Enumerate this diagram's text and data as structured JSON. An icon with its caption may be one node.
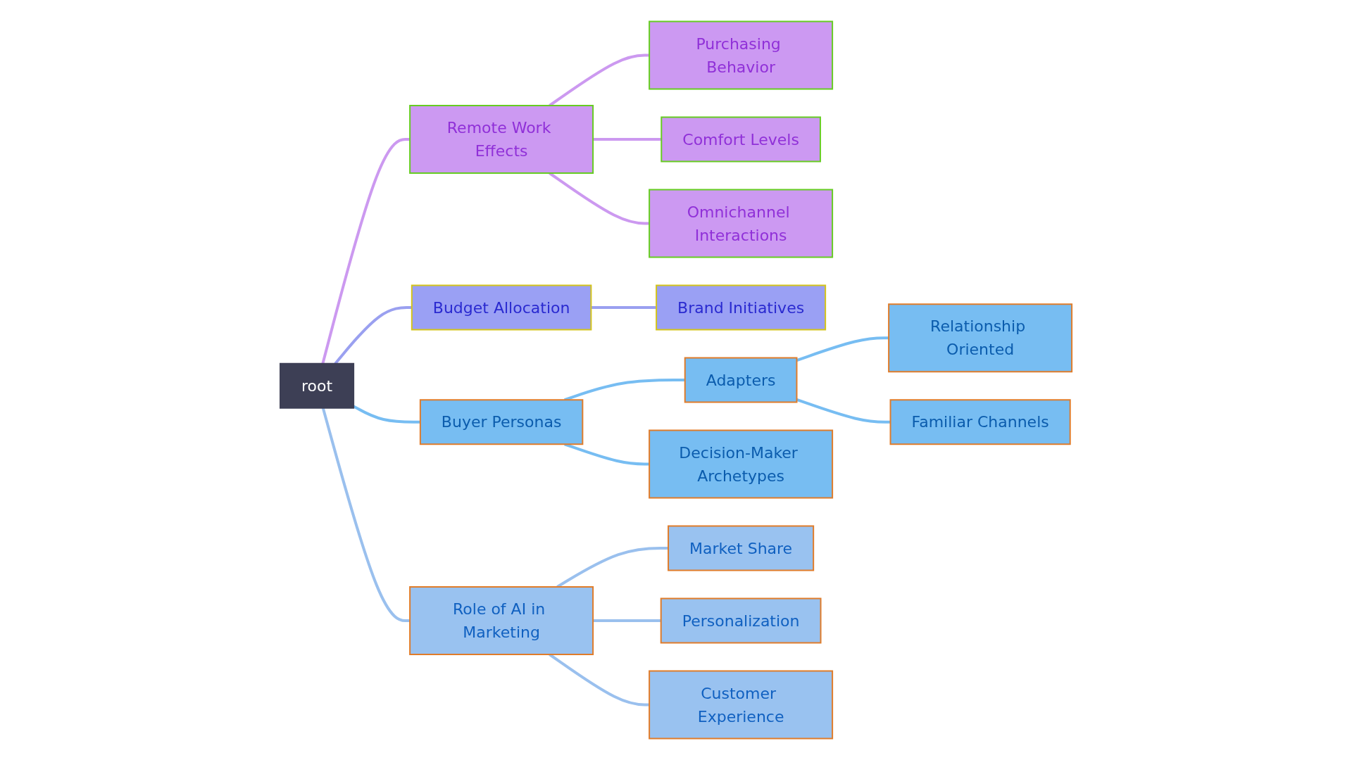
{
  "diagram": {
    "nodes": [
      {
        "text": [
          "root"
        ]
      },
      {
        "text": [
          "Remote Work Effects"
        ]
      },
      {
        "text": [
          "Purchasing Behavior"
        ]
      },
      {
        "text": [
          "Comfort Levels"
        ]
      },
      {
        "text": [
          "Omnichannel Interactions"
        ]
      },
      {
        "text": [
          "Budget Allocation"
        ]
      },
      {
        "text": [
          "Brand Initiatives"
        ]
      },
      {
        "text": [
          "Buyer Personas"
        ]
      },
      {
        "text": [
          "Adapters"
        ]
      },
      {
        "text": [
          "Relationship Oriented"
        ]
      },
      {
        "text": [
          "Familiar Channels"
        ]
      },
      {
        "text": [
          "Decision-Maker Archetypes"
        ]
      },
      {
        "text": [
          "Role of AI in Marketing"
        ]
      },
      {
        "text": [
          "Market Share"
        ]
      },
      {
        "text": [
          "Personalization"
        ]
      },
      {
        "text": [
          "Customer Experience"
        ]
      }
    ],
    "edges": [
      {
        "from": 0,
        "to": 1,
        "arrow": "none",
        "color": "#cc99f0"
      },
      {
        "from": 1,
        "to": 2,
        "arrow": "none",
        "color": "#cc99f0"
      },
      {
        "from": 1,
        "to": 3,
        "arrow": "none",
        "color": "#cc99f0"
      },
      {
        "from": 1,
        "to": 4,
        "arrow": "none",
        "color": "#cc99f0"
      },
      {
        "from": 0,
        "to": 5,
        "arrow": "none",
        "color": "#9aa0f0"
      },
      {
        "from": 5,
        "to": 6,
        "arrow": "none",
        "color": "#9aa0f0"
      },
      {
        "from": 0,
        "to": 7,
        "arrow": "none"
      },
      {
        "from": 7,
        "to": 8,
        "arrow": "none"
      },
      {
        "from": 8,
        "to": 9,
        "arrow": "none"
      },
      {
        "from": 8,
        "to": 10,
        "arrow": "none"
      },
      {
        "from": 7,
        "to": 11,
        "arrow": "none"
      },
      {
        "from": 0,
        "to": 12,
        "arrow": "none",
        "color": "#9ac0ee"
      },
      {
        "from": 12,
        "to": 13,
        "arrow": "none",
        "color": "#9ac0ee"
      },
      {
        "from": 12,
        "to": 14,
        "arrow": "none",
        "color": "#9ac0ee"
      },
      {
        "from": 12,
        "to": 15,
        "arrow": "none",
        "color": "#9ac0ee"
      }
    ]
  }
}
